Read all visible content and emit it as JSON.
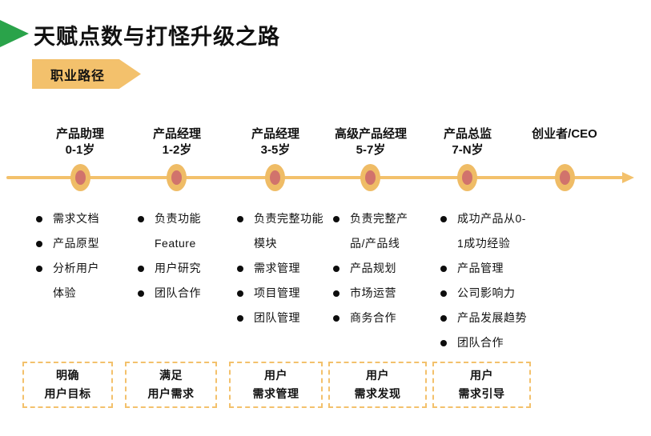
{
  "colors": {
    "green": "#2aa34a",
    "amber": "#f3c16c",
    "nodeOuter": "#efbc66",
    "nodeInner": "#d1736c",
    "ink": "#111111"
  },
  "header": {
    "title": "天赋点数与打怪升级之路",
    "arrow_icon": "green-right-triangle"
  },
  "badge": {
    "label": "职业路径"
  },
  "timeline": {
    "arrow_icon": "right-arrowhead",
    "stages": [
      {
        "title": "产品助理",
        "years": "0-1岁",
        "items": [
          "需求文档",
          "产品原型",
          "分析用户\n体验"
        ]
      },
      {
        "title": "产品经理",
        "years": "1-2岁",
        "items": [
          "负责功能\nFeature",
          "用户研究",
          "团队合作"
        ]
      },
      {
        "title": "产品经理",
        "years": "3-5岁",
        "items": [
          "负责完整功能\n模块",
          "需求管理",
          "项目管理",
          "团队管理"
        ]
      },
      {
        "title": "高级产品经理",
        "years": "5-7岁",
        "items": [
          "负责完整产\n品/产品线",
          "产品规划",
          "市场运营",
          "商务合作"
        ]
      },
      {
        "title": "产品总监",
        "years": "7-N岁",
        "items": [
          "成功产品从0-\n1成功经验",
          "产品管理",
          "公司影响力",
          "产品发展趋势",
          "团队合作"
        ]
      },
      {
        "title": "创业者/CEO",
        "years": "",
        "items": []
      }
    ]
  },
  "focus_boxes": [
    {
      "label": "明确\n用户目标"
    },
    {
      "label": "满足\n用户需求"
    },
    {
      "label": "用户\n需求管理"
    },
    {
      "label": "用户\n需求发现"
    },
    {
      "label": "用户\n需求引导"
    }
  ]
}
